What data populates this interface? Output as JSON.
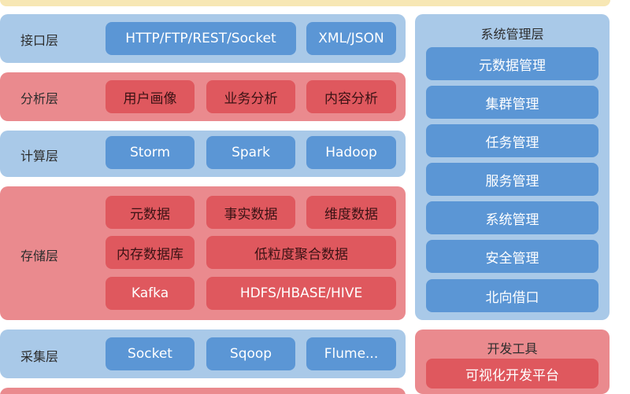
{
  "layers": {
    "interface": {
      "label": "接口层",
      "items": [
        "HTTP/FTP/REST/Socket",
        "XML/JSON"
      ]
    },
    "analysis": {
      "label": "分析层",
      "items": [
        "用户画像",
        "业务分析",
        "内容分析"
      ]
    },
    "compute": {
      "label": "计算层",
      "items": [
        "Storm",
        "Spark",
        "Hadoop"
      ]
    },
    "storage": {
      "label": "存储层",
      "items": [
        "元数据",
        "事实数据",
        "维度数据",
        "内存数据库",
        "低粒度聚合数据",
        "Kafka",
        "HDFS/HBASE/HIVE"
      ]
    },
    "collect": {
      "label": "采集层",
      "items": [
        "Socket",
        "Sqoop",
        "Flume..."
      ]
    }
  },
  "system_management": {
    "title": "系统管理层",
    "items": [
      "元数据管理",
      "集群管理",
      "任务管理",
      "服务管理",
      "系统管理",
      "安全管理",
      "北向借口"
    ]
  },
  "dev_tools": {
    "title": "开发工具",
    "items": [
      "可视化开发平台"
    ]
  },
  "colors": {
    "layer_blue": "#a9c9e8",
    "layer_red": "#ea8a8e",
    "box_blue": "#5b96d5",
    "box_red": "#df585e",
    "top_strip": "#f7e7b4"
  }
}
